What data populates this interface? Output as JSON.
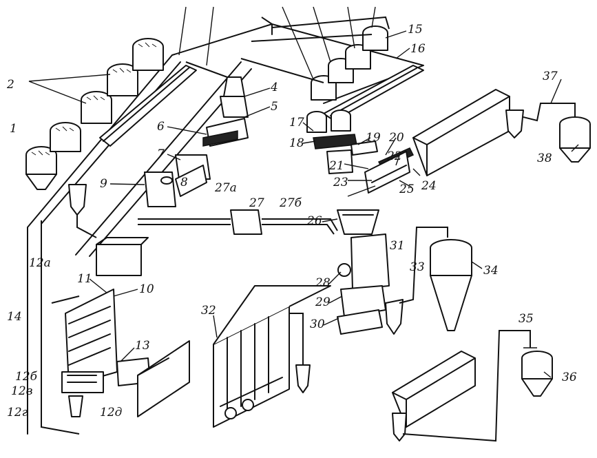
{
  "diagram": {
    "labels": [
      "1",
      "2",
      "4",
      "5",
      "6",
      "7",
      "8",
      "9",
      "10",
      "11",
      "12а",
      "12б",
      "12в",
      "12г",
      "12д",
      "13",
      "14",
      "15",
      "16",
      "17",
      "18",
      "19",
      "20",
      "21",
      "22",
      "23",
      "24",
      "25",
      "26",
      "27",
      "27а",
      "27б",
      "28",
      "29",
      "30",
      "31",
      "32",
      "33",
      "34",
      "35",
      "36",
      "37",
      "38"
    ]
  }
}
